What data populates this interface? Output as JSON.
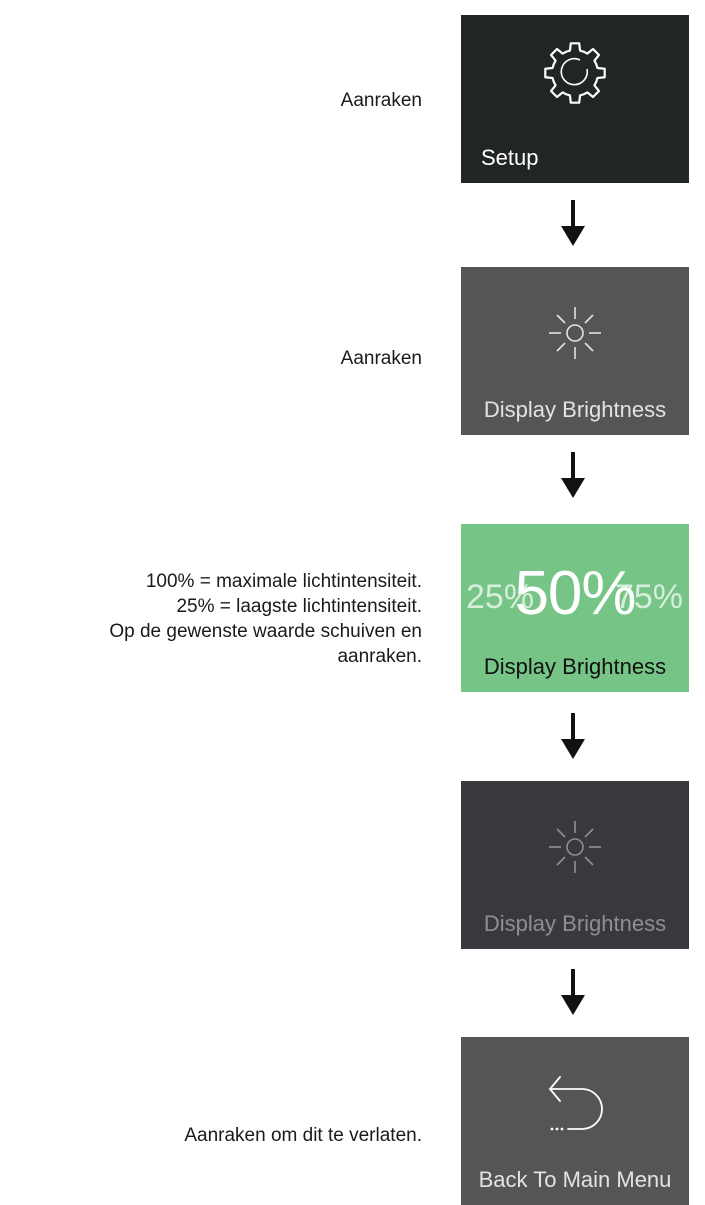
{
  "steps": [
    {
      "instruction": "Aanraken",
      "tile": {
        "label": "Setup",
        "icon": "gear-icon",
        "bg": "#222526",
        "fg": "#ffffff"
      }
    },
    {
      "instruction": "Aanraken",
      "tile": {
        "label": "Display Brightness",
        "icon": "sun-icon",
        "bg": "#545557",
        "fg": "#e3e3e3"
      }
    },
    {
      "instruction_lines": [
        "100% = maximale lichtintensiteit.",
        "25% = laagste lichtintensiteit.",
        "Op de gewenste waarde schuiven en",
        "aanraken."
      ],
      "tile": {
        "label": "Display Brightness",
        "bg": "#76c586",
        "fg": "#111111",
        "value_prev": "25%",
        "value_current": "50%",
        "value_next": "75%"
      }
    },
    {
      "tile": {
        "label": "Display Brightness",
        "icon": "sun-icon",
        "bg": "#38393c",
        "fg": "#8e8f91"
      }
    },
    {
      "instruction": "Aanraken om dit te verlaten.",
      "tile": {
        "label": "Back To Main Menu",
        "icon": "back-arrow-icon",
        "bg": "#545557",
        "fg": "#e3e3e3"
      }
    }
  ],
  "arrow_icon": "down-arrow-icon"
}
